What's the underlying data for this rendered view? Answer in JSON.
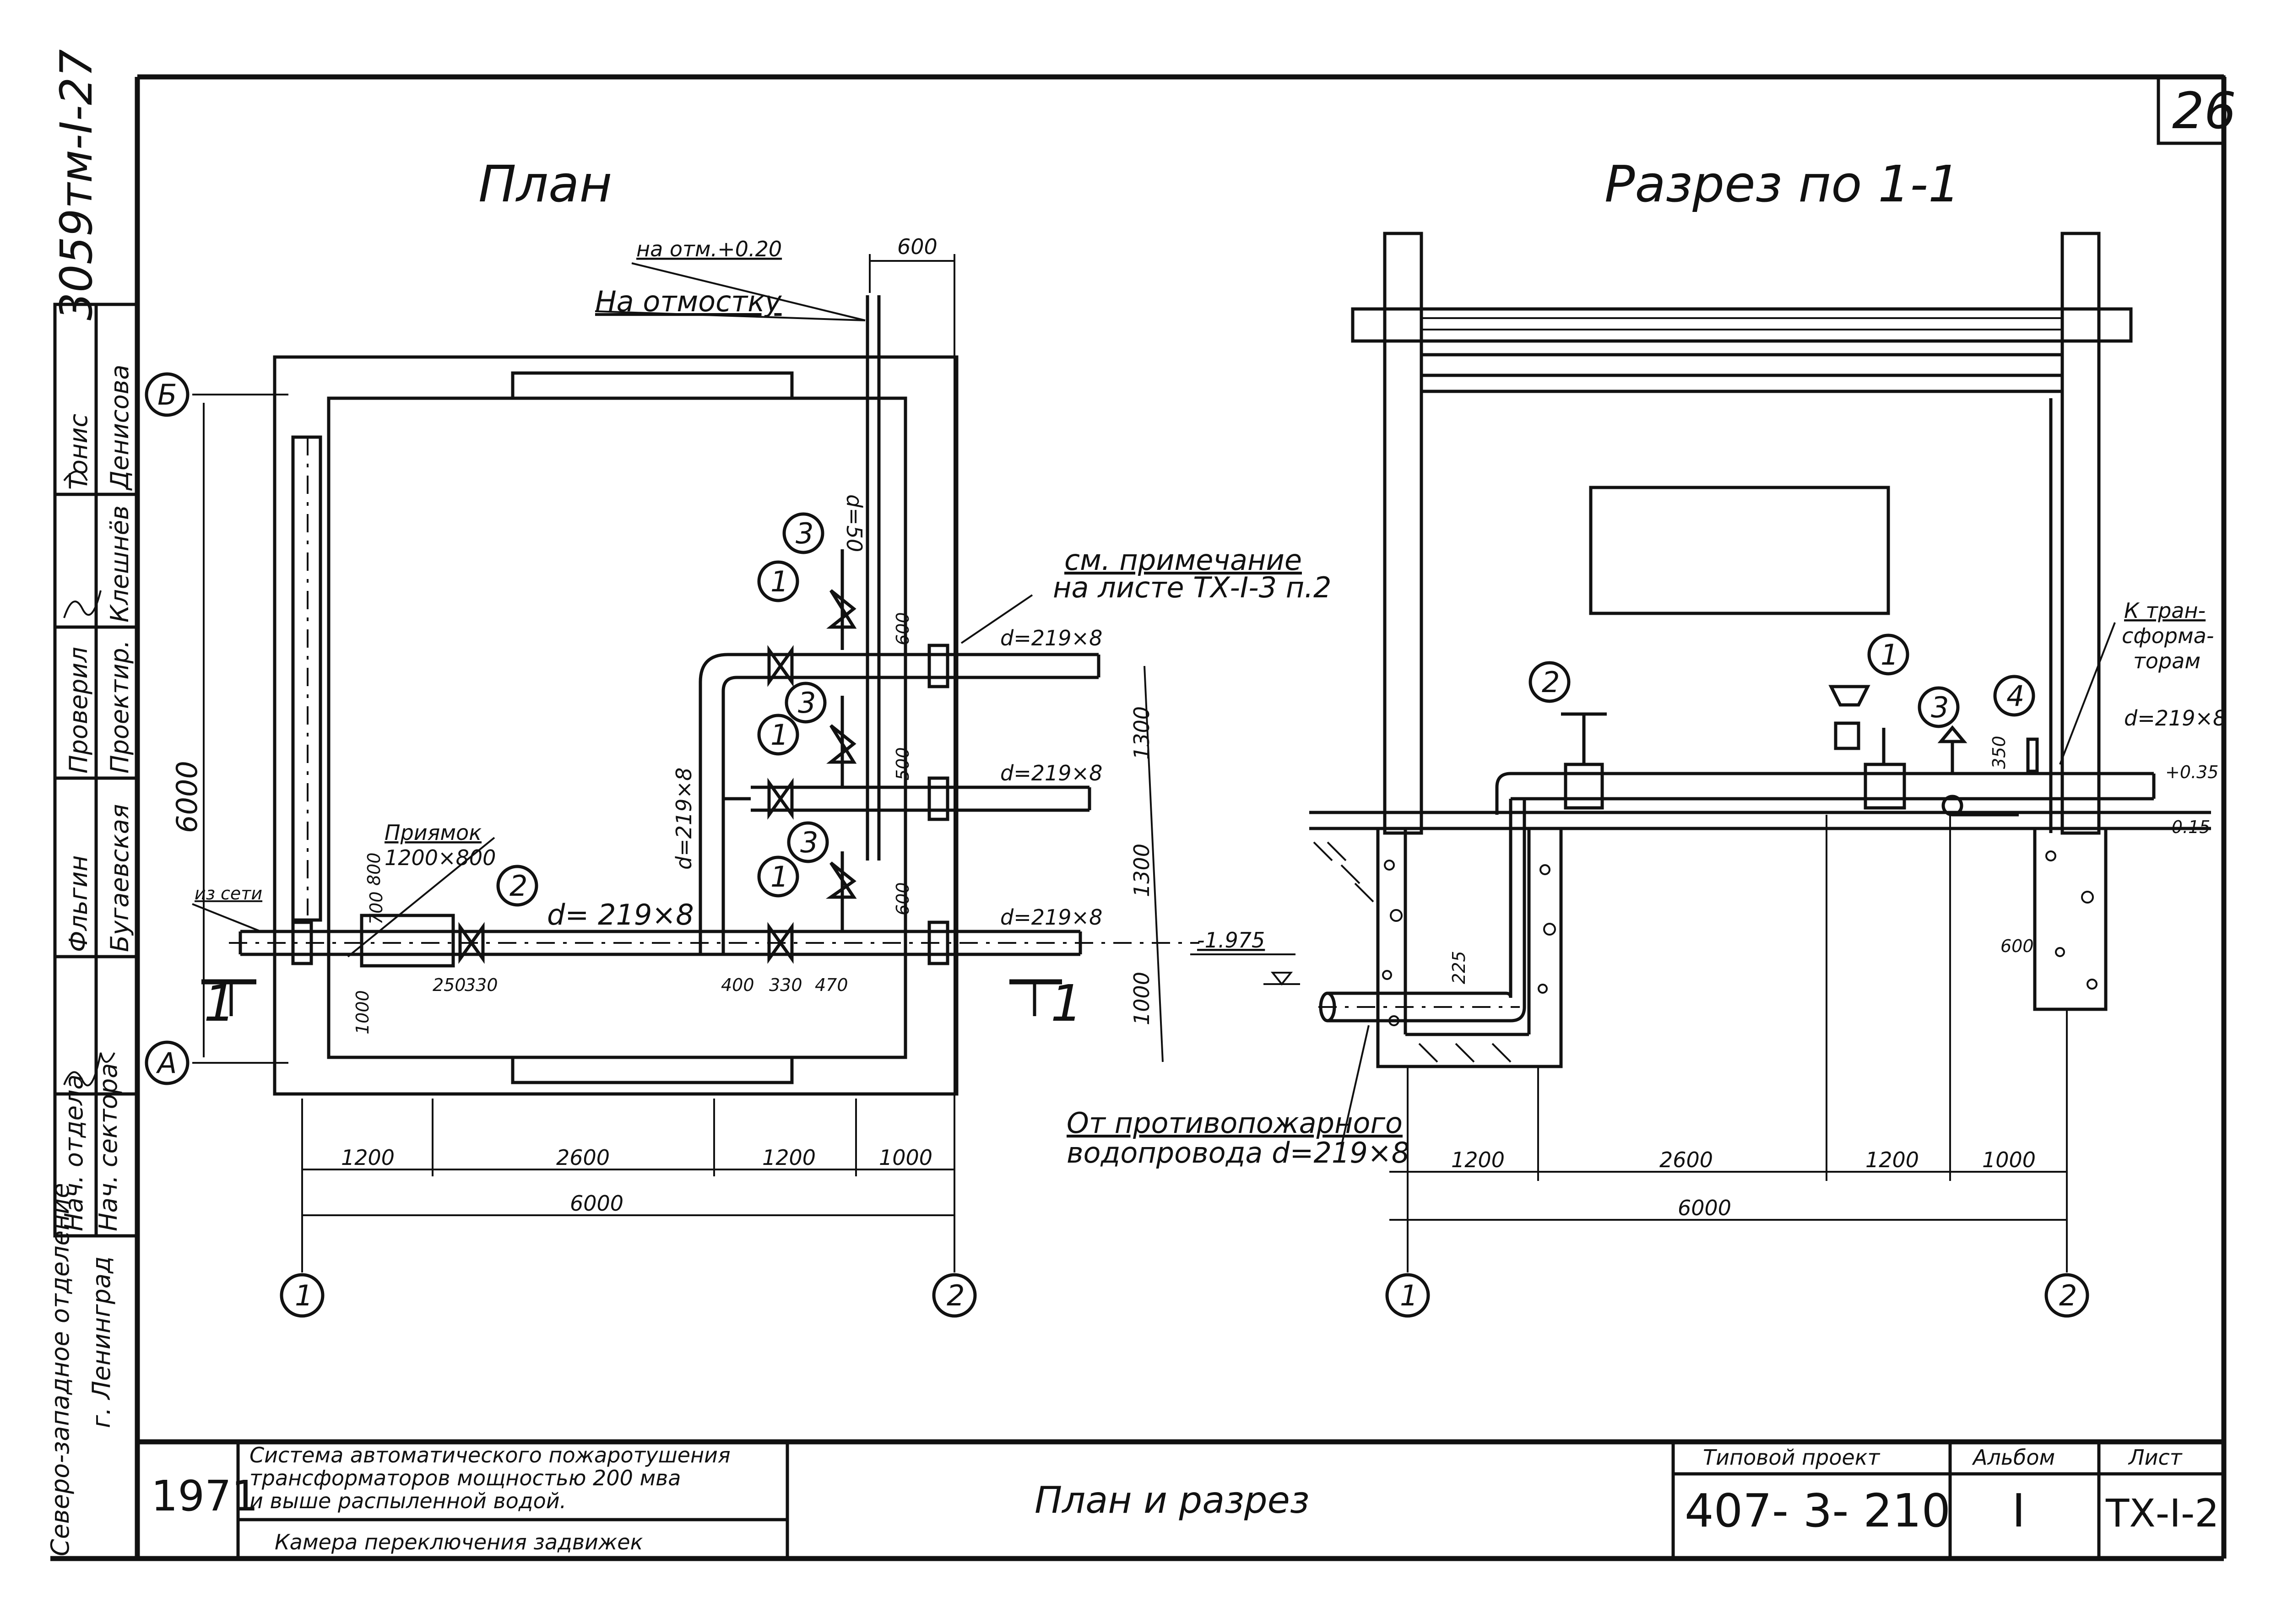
{
  "sheet_number_top": "26",
  "archive_code": "3059тм-I-27",
  "plan": {
    "title": "План",
    "note_elev": "на отм.+0.20",
    "note_outlet": "На отмостку",
    "dim_600_top": "600",
    "pipe_d50": "d=50",
    "note_see": "см. примечание",
    "note_sheet": "на листе ТХ-I-3 п.2",
    "pipe_219_a": "d=219×8",
    "pipe_219_b": "d=219×8",
    "pipe_219_c": "d=219×8",
    "pipe_219_main": "d= 219×8",
    "pipe_219_vert": "d=219×8",
    "pit_label": "Приямок",
    "pit_size": "1200×800",
    "from_net": "из сети",
    "axis_B": "Б",
    "axis_A": "А",
    "dim_6000_vert": "6000",
    "dim_800": "800",
    "dim_700": "700",
    "dim_1000_left": "1000",
    "dim_250": "250",
    "dim_330a": "330",
    "dim_400": "400",
    "dim_330b": "330",
    "dim_470": "470",
    "dim_600a": "600",
    "dim_500": "500",
    "dim_600b": "600",
    "dim_1300a": "1300",
    "dim_1300b": "1300",
    "dim_1000r": "1000",
    "elev_1975": "-1.975",
    "cut_1": "1",
    "dims_bottom": [
      "1200",
      "2600",
      "1200",
      "1000"
    ],
    "dim_total": "6000",
    "axis_1": "1",
    "axis_2": "2",
    "callouts": [
      "1",
      "1",
      "1",
      "2",
      "3",
      "3",
      "3"
    ]
  },
  "section": {
    "title": "Разрез по 1-1",
    "to_transformers": "К тран- сформа- торам",
    "to_l1": "К тран-",
    "to_l2": "сформа-",
    "to_l3": "торам",
    "pipe_219": "d=219×8",
    "elev_035": "+0.35",
    "elev_015": "-0.15",
    "dim_350": "350",
    "dim_600": "600",
    "dim_225": "225",
    "note_from_1": "От противопожарного",
    "note_from_2": "водопровода  d=219×8",
    "dims_bottom": [
      "1200",
      "2600",
      "1200",
      "1000"
    ],
    "dim_total": "6000",
    "axis_1": "1",
    "axis_2": "2",
    "callouts": [
      "1",
      "2",
      "3",
      "4"
    ]
  },
  "side_stamp": {
    "roles": [
      "Нач. сектора",
      "Нач. отдела",
      "",
      "Бугаевская",
      "Фльгин",
      "Проектир.",
      "Проверил",
      "Клешнёв",
      "",
      "Денисова",
      "Тонис"
    ],
    "org_1": "Северо-западное отделение",
    "org_2": "г. Ленинград"
  },
  "title_block": {
    "year": "1971",
    "desc_1": "Система автоматического пожаротушения",
    "desc_2": "трансформаторов мощностью  200 мва",
    "desc_3": "и выше  распыленной  водой.",
    "desc_4": "Камера  переключения  задвижек",
    "sheet_title": "План и разрез",
    "project_label": "Типовой  проект",
    "project_no": "407- 3- 210",
    "album_label": "Альбом",
    "album_no": "I",
    "sheet_label": "Лист",
    "sheet_no": "ТХ-I-2"
  }
}
